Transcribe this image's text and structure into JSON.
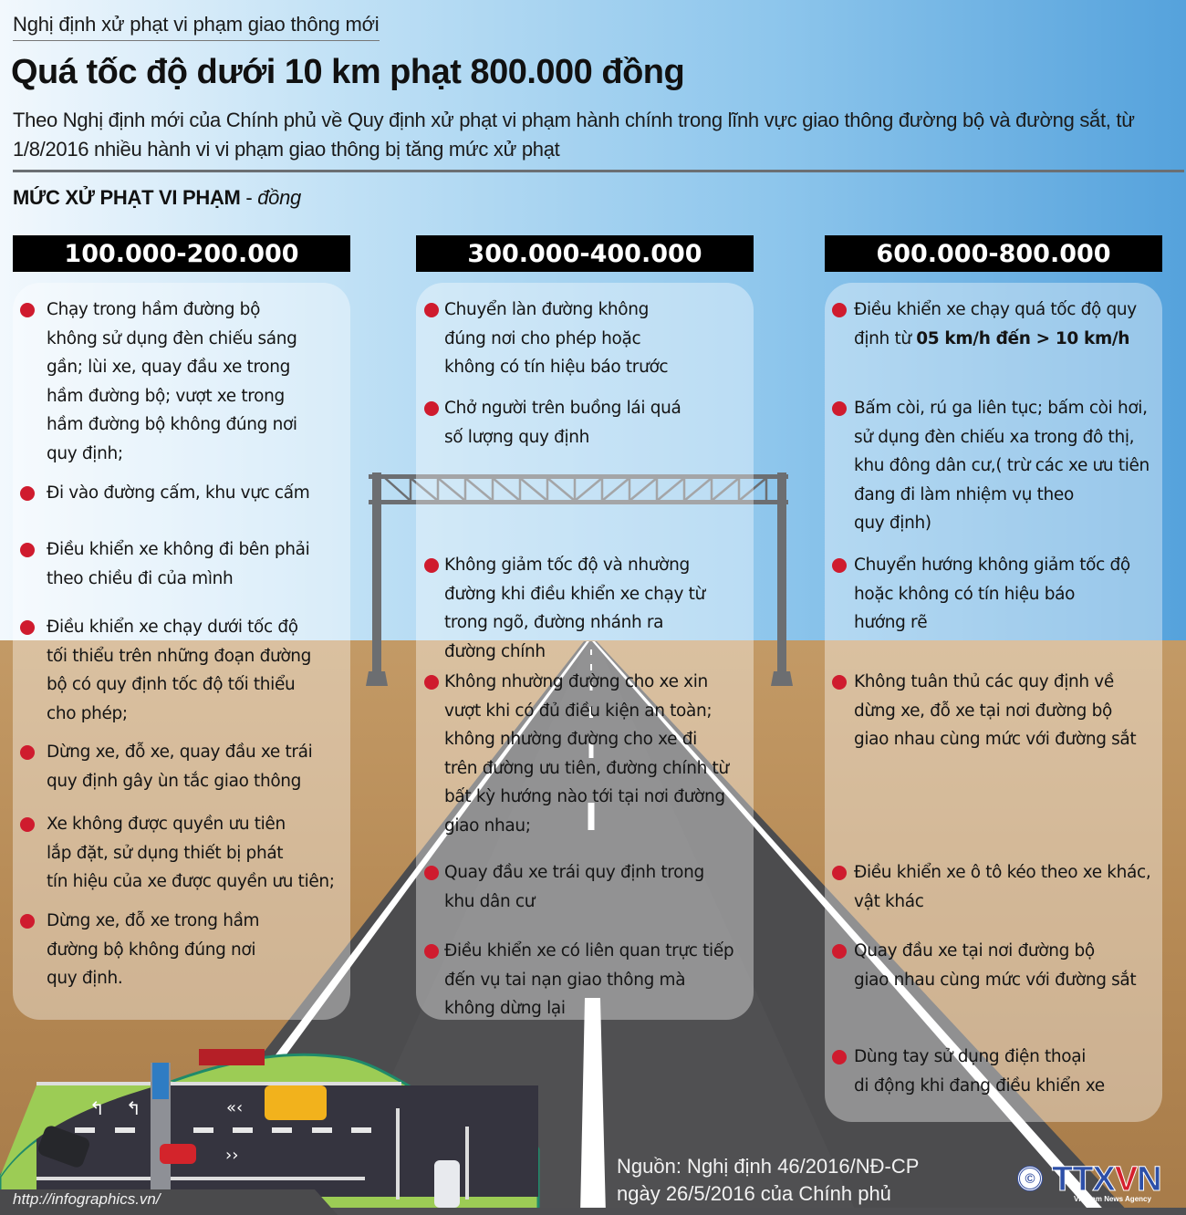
{
  "header": {
    "kicker": "Nghị định xử phạt vi phạm giao thông mới",
    "title": "Quá tốc độ dưới 10 km phạt 800.000 đồng",
    "intro": "Theo Nghị định mới của Chính phủ về Quy định xử phạt vi phạm hành chính trong lĩnh vực giao thông đường bộ và đường sắt, từ 1/8/2016 nhiều hành vi vi phạm giao thông bị tăng mức xử phạt",
    "section_label": "MỨC XỬ PHẠT VI PHẠM",
    "section_unit": "đồng"
  },
  "colors": {
    "bullet": "#cf1b2e",
    "tier_header_bg": "#000000",
    "sky_left": "#f2f8fd",
    "sky_right": "#55a2dc",
    "ground": "#b68a55",
    "road": "#4d4d4f",
    "lane_marking": "#ffffff"
  },
  "tiers": [
    {
      "range": "100.000-200.000",
      "items": [
        {
          "lines": [
            "Chạy trong hầm đường bộ",
            "không sử dụng đèn chiếu sáng",
            "gần; lùi xe, quay đầu xe trong",
            "hầm đường bộ; vượt xe trong",
            "hầm đường bộ không đúng nơi",
            "quy định;"
          ]
        },
        {
          "lines": [
            "Đi vào đường cấm, khu vực cấm"
          ]
        },
        {
          "lines": [
            "Điều khiển xe không đi bên phải",
            "theo chiều đi của mình"
          ]
        },
        {
          "lines": [
            "Điều khiển xe chạy dưới tốc độ",
            "tối thiểu trên những đoạn đường",
            "bộ có quy định tốc độ tối thiểu",
            "cho phép;"
          ]
        },
        {
          "lines": [
            "Dừng xe, đỗ xe, quay đầu xe trái",
            "quy định gây ùn tắc giao thông"
          ]
        },
        {
          "lines": [
            "Xe không được quyền ưu tiên",
            "lắp đặt, sử dụng thiết bị phát",
            "tín hiệu của xe được quyền ưu tiên;"
          ]
        },
        {
          "lines": [
            "Dừng xe, đỗ xe trong hầm",
            "đường bộ không đúng nơi",
            "quy định."
          ]
        }
      ]
    },
    {
      "range": "300.000-400.000",
      "items": [
        {
          "lines": [
            "Chuyển làn đường không",
            "đúng nơi cho phép hoặc",
            "không có tín hiệu báo trước"
          ]
        },
        {
          "lines": [
            "Chở người trên buồng lái quá",
            "số lượng quy định"
          ]
        },
        {
          "lines": [
            "Không giảm tốc độ và nhường",
            "đường khi điều khiển xe chạy từ",
            "trong ngõ, đường nhánh ra",
            "đường chính"
          ]
        },
        {
          "lines": [
            "Không nhường đường cho xe xin",
            "vượt khi có đủ điều kiện an toàn;",
            "không nhường đường cho xe đi",
            "trên đường ưu tiên, đường chính từ",
            "bất kỳ hướng nào tới tại nơi đường",
            "giao nhau;"
          ]
        },
        {
          "lines": [
            "Quay đầu xe trái quy định trong",
            "khu dân cư"
          ]
        },
        {
          "lines": [
            "Điều khiển xe có liên quan trực tiếp",
            "đến vụ tai nạn giao thông mà",
            "không dừng lại"
          ]
        }
      ]
    },
    {
      "range": "600.000-800.000",
      "items": [
        {
          "lines": [
            "Điều khiển xe chạy quá tốc độ quy",
            "định từ "
          ],
          "bold_tail": "05 km/h đến > 10 km/h"
        },
        {
          "lines": [
            "Bấm còi, rú ga liên tục; bấm còi hơi,",
            "sử dụng đèn chiếu xa trong đô thị,",
            "khu đông dân cư,( trừ các xe ưu tiên",
            "đang đi làm nhiệm vụ theo",
            "quy định)"
          ]
        },
        {
          "lines": [
            "Chuyển hướng không giảm tốc độ",
            "hoặc không có tín hiệu báo",
            "hướng rẽ"
          ]
        },
        {
          "lines": [
            "Không tuân thủ các quy định về",
            "dừng xe, đỗ xe tại nơi đường bộ",
            "giao nhau cùng mức với đường sắt"
          ]
        },
        {
          "lines": [
            "Điều khiển xe ô tô kéo theo xe khác,",
            "vật khác"
          ]
        },
        {
          "lines": [
            "Quay đầu xe tại nơi đường bộ",
            "giao nhau cùng mức với đường sắt"
          ]
        },
        {
          "lines": [
            "Dùng tay sử dụng điện thoại",
            "di động khi đang điều khiển xe"
          ]
        }
      ]
    }
  ],
  "footer": {
    "source_line1": "Nguồn: Nghị định 46/2016/NĐ-CP",
    "source_line2": "ngày 26/5/2016 của Chính phủ",
    "url": "http://infographics.vn/",
    "logo_copyright": "©",
    "logo_text_a": "TTX",
    "logo_text_v": "V",
    "logo_text_b": "N",
    "logo_tagline": "Vietnam News Agency"
  },
  "icons": {
    "bullet": "red-dot-icon",
    "gantry": "overhead-sign-gantry-illustration",
    "road": "highway-perspective-illustration",
    "street": "top-down-street-illustration",
    "logo": "ttxvn-logo"
  }
}
